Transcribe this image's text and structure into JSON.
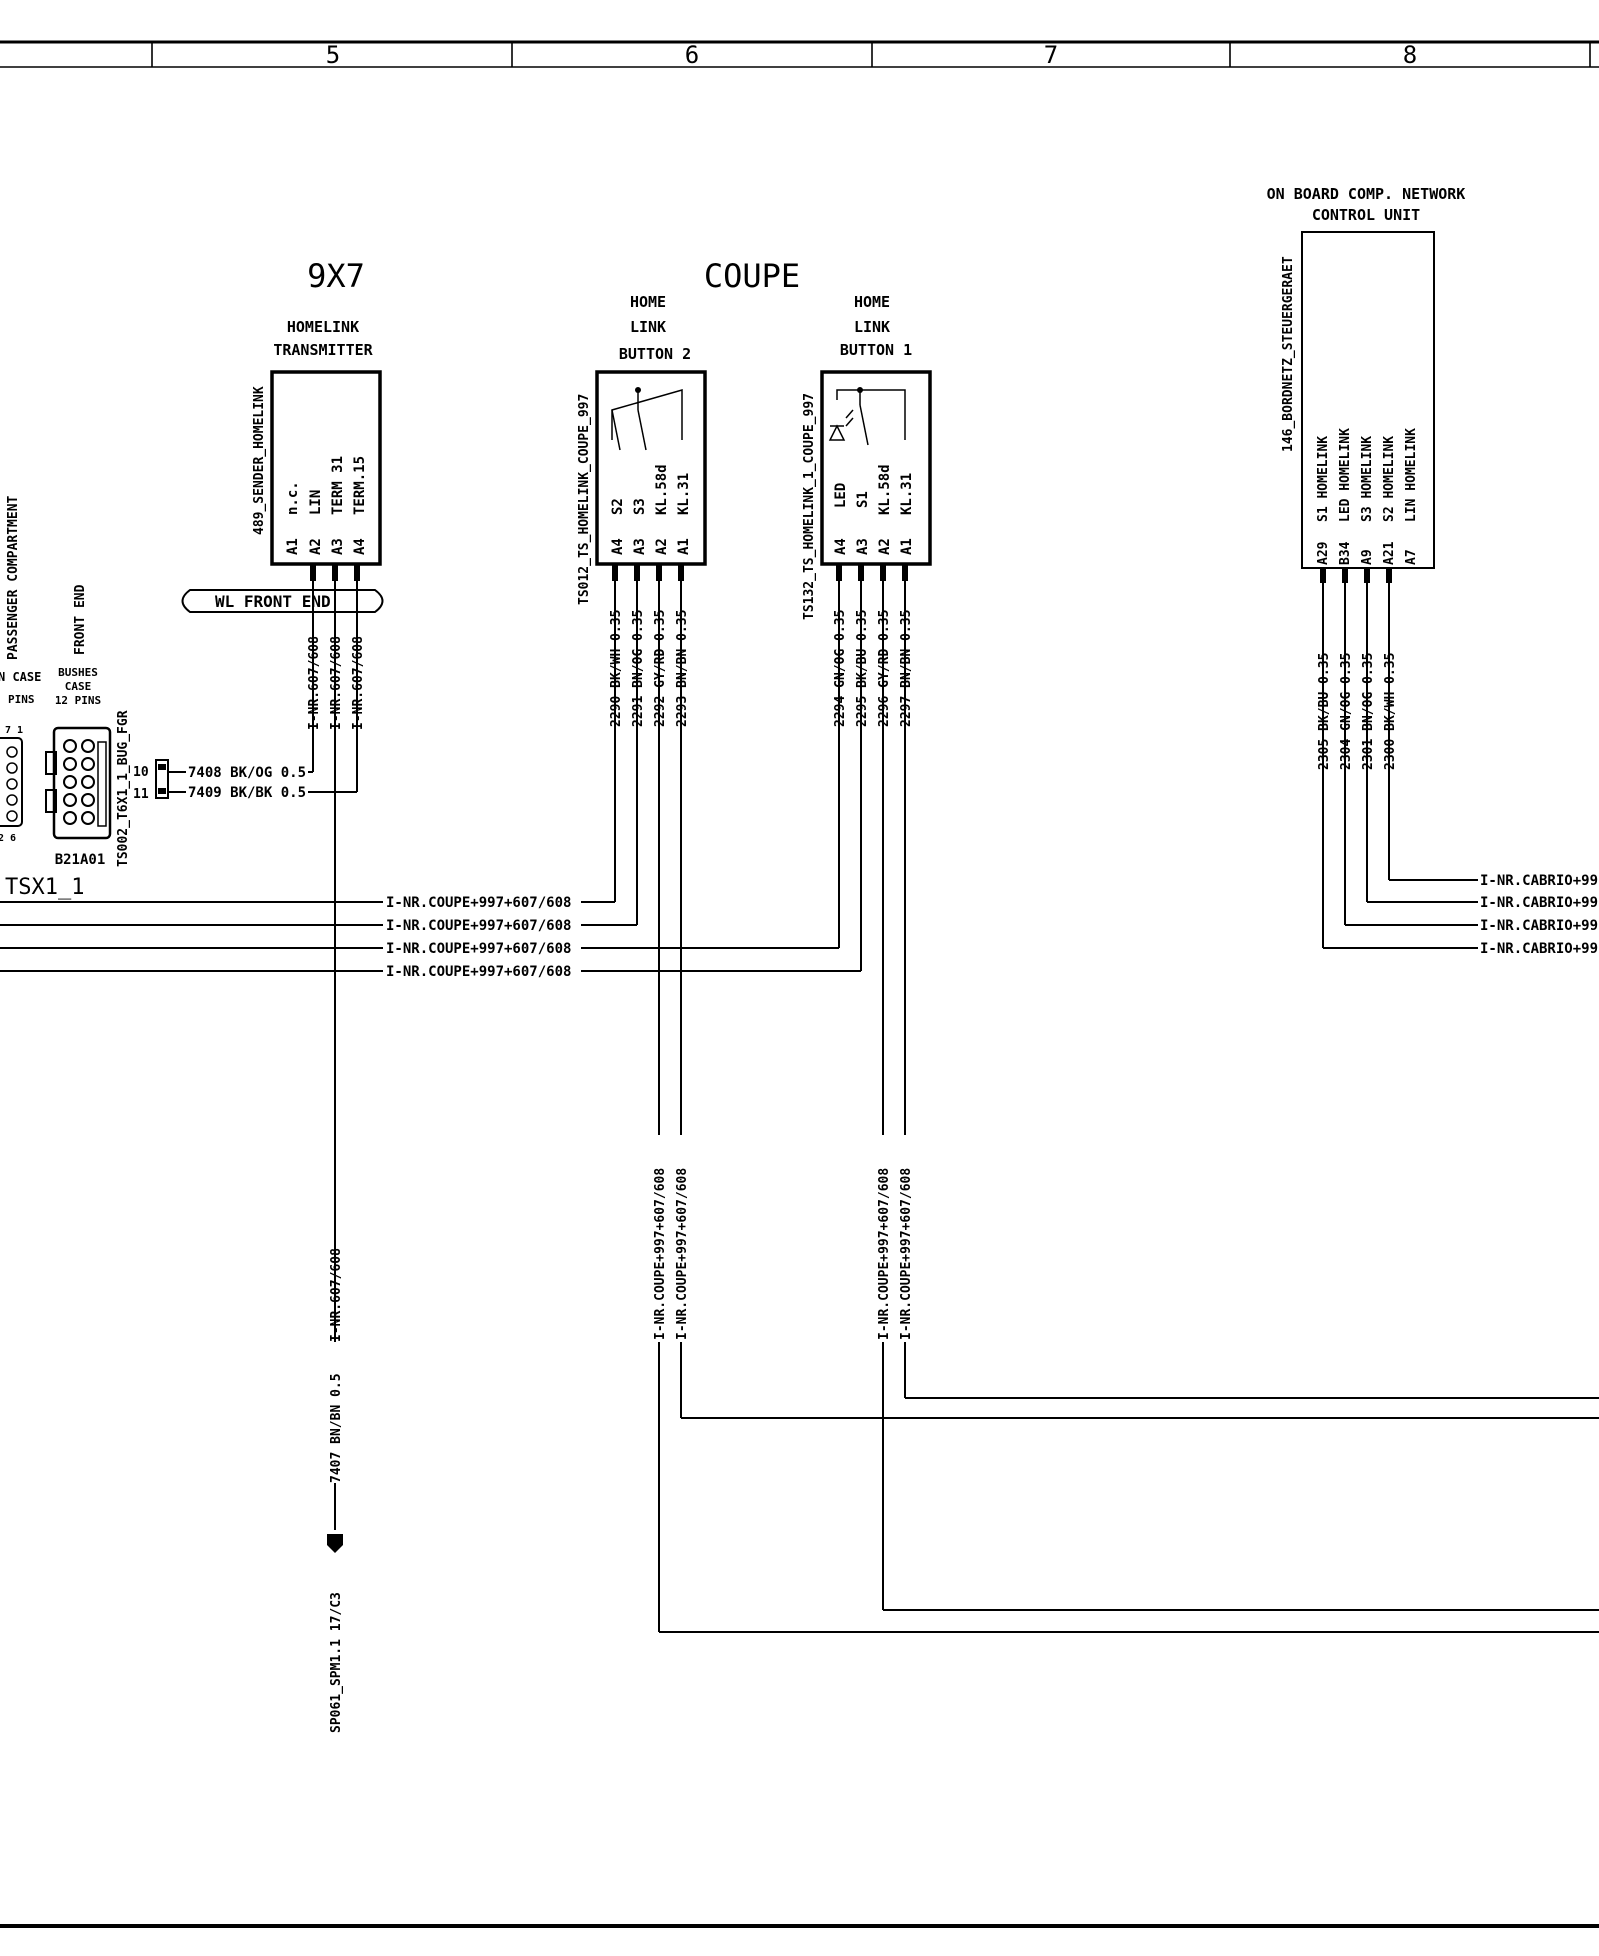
{
  "zones": [
    "5",
    "6",
    "7",
    "8"
  ],
  "titles": {
    "left": "9X7",
    "center": "COUPE"
  },
  "homelink_tx": {
    "title_lines": [
      "HOMELINK",
      "TRANSMITTER"
    ],
    "id": "489_SENDER_HOMELINK",
    "pins": [
      "A1",
      "A2",
      "A3",
      "A4"
    ],
    "pin_names": [
      "n.c.",
      "LIN",
      "TERM 31",
      "TERM.15"
    ],
    "wires": [
      "I-NR.607/608",
      "I-NR.607/608",
      "I-NR.607/608"
    ]
  },
  "button2": {
    "title_lines": [
      "HOME",
      "LINK",
      "BUTTON 2"
    ],
    "id": "TS012_TS_HOMELINK_COUPE_997",
    "pins": [
      "A4",
      "A3",
      "A2",
      "A1"
    ],
    "pin_names": [
      "S2",
      "S3",
      "KL.58d",
      "KL.31"
    ],
    "wires": [
      "2290 BK/WH 0.35",
      "2291 BN/OG 0.35",
      "2292 GY/RD 0.35",
      "2293 BN/BN 0.35"
    ]
  },
  "button1": {
    "title_lines": [
      "HOME",
      "LINK",
      "BUTTON 1"
    ],
    "id": "TS132_TS_HOMELINK_1_COUPE_997",
    "pins": [
      "A4",
      "A3",
      "A2",
      "A1"
    ],
    "pin_names": [
      "LED",
      "S1",
      "KL.58d",
      "KL.31"
    ],
    "wires": [
      "2294 GN/OG 0.35",
      "2295 BK/BU 0.35",
      "2296 GY/RD 0.35",
      "2297 BN/BN 0.35"
    ]
  },
  "control_unit": {
    "title_lines": [
      "ON BOARD COMP. NETWORK",
      "CONTROL UNIT"
    ],
    "id": "146_BORDNETZ_STEUERGERAET",
    "pins": [
      "A29",
      "B34",
      "A9",
      "A21",
      "A7"
    ],
    "pin_names": [
      "S1 HOMELINK",
      "LED HOMELINK",
      "S3 HOMELINK",
      "S2 HOMELINK",
      "LIN HOMELINK"
    ],
    "wires": [
      "2305 BK/BU 0.35",
      "2304 GN/OG 0.35",
      "2301 BN/OG 0.35",
      "2300 BK/WH 0.35"
    ],
    "refs": [
      "I-NR.CABRIO+99",
      "I-NR.CABRIO+99",
      "I-NR.CABRIO+99",
      "I-NR.CABRIO+99"
    ]
  },
  "left_conn": {
    "passenger": "PASSENGER COMPARTMENT",
    "front_end": "FRONT END",
    "n_case": "N CASE",
    "pins_lbl": "PINS",
    "bushes_lines": [
      "BUSHES",
      "CASE",
      "12 PINS"
    ],
    "conn_id": "TS002_T6X1_1_BUG_FGR",
    "conn_name": "B21A01",
    "tsx": "TSX1_1",
    "pin_top": "7 1",
    "pin_bot": "2 6",
    "wire_front_end": "WL FRONT END",
    "pin10": "10",
    "pin11": "11",
    "w7408": "7408 BK/OG 0.5",
    "w7409": "7409 BK/BK 0.5"
  },
  "bus_refs": [
    "I-NR.COUPE+997+607/608",
    "I-NR.COUPE+997+607/608",
    "I-NR.COUPE+997+607/608",
    "I-NR.COUPE+997+607/608"
  ],
  "vert_refs": [
    "I-NR.COUPE+997+607/608",
    "I-NR.COUPE+997+607/608",
    "I-NR.COUPE+997+607/608",
    "I-NR.COUPE+997+607/608"
  ],
  "splice": {
    "wire": "7407 BN/BN 0.5",
    "ref": "I-NR.607/608",
    "label": "SP061_SPM1.1 17/C3"
  }
}
